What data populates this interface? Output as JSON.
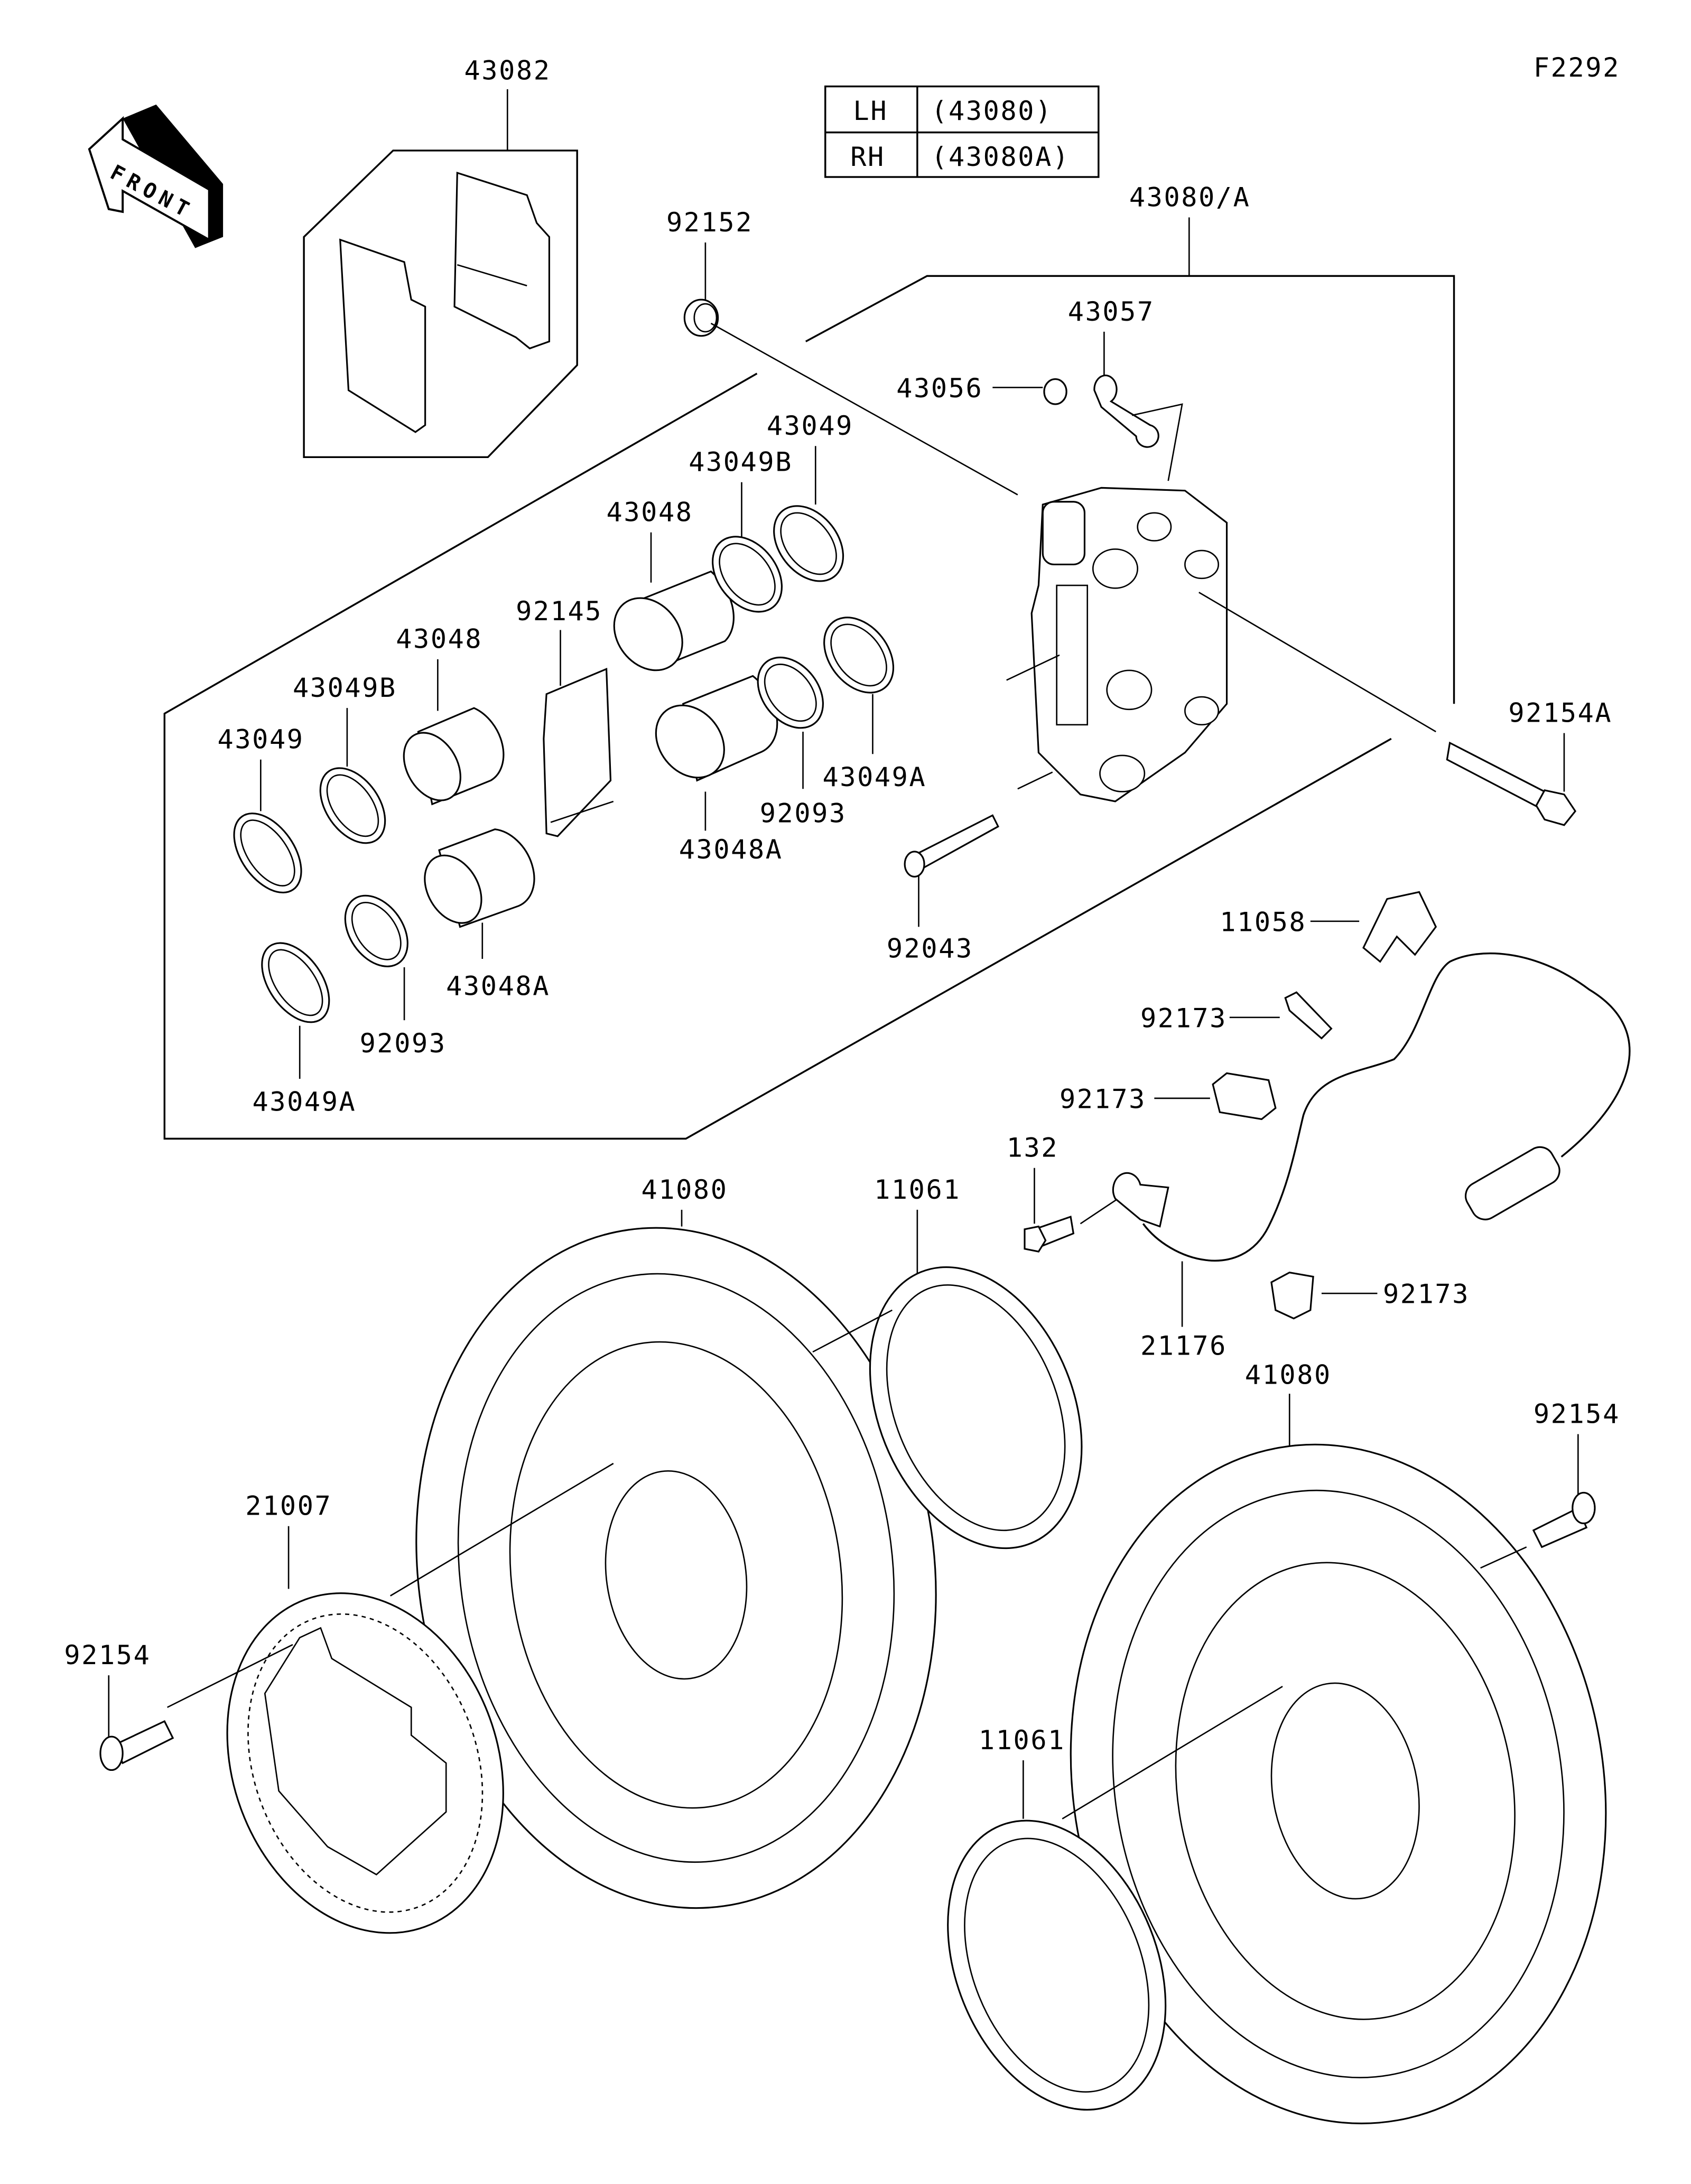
{
  "diagram": {
    "figure_id": "F2292",
    "front_arrow_label": "FRONT",
    "variant_table": {
      "rows": [
        {
          "side": "LH",
          "part": "(43080)"
        },
        {
          "side": "RH",
          "part": "(43080A)"
        }
      ]
    },
    "callouts": {
      "pads": "43082",
      "caliper_assy": "43080/A",
      "bleeder_cap": "92152",
      "bleeder_valve": "43056",
      "bleeder_plate": "43057",
      "caliper_bolt_right": "92154A",
      "pin": "92043",
      "piston_upper_right": "43048",
      "piston_lower_right": "43048A",
      "seal_a_top": "43049",
      "seal_b_top": "43049B",
      "seal_a_right": "43049A",
      "oring_right": "92093",
      "spring": "92145",
      "piston_upper_left": "43048",
      "seal_b_left": "43049B",
      "seal_left": "43049",
      "piston_lower_left": "43048A",
      "oring_left": "92093",
      "seal_a_left": "43049A",
      "bracket": "11058",
      "clamp_1": "92173",
      "clamp_2": "92173",
      "clamp_3": "92173",
      "sensor_bolt": "132",
      "abs_sensor": "21176",
      "disc_left": "41080",
      "shim_top": "11061",
      "disc_right": "41080",
      "disc_bolt_right": "92154",
      "abs_rotor": "21007",
      "disc_bolt_left": "92154",
      "shim_bottom": "11061"
    }
  }
}
